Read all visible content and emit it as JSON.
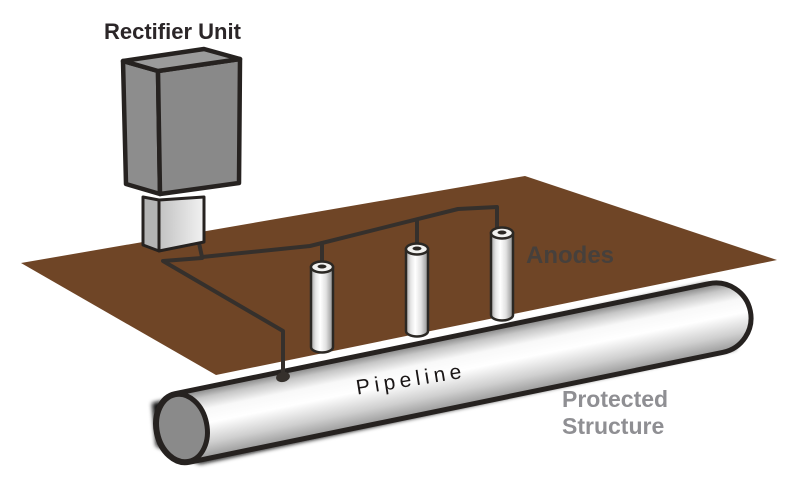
{
  "labels": {
    "rectifier_unit": "Rectifier Unit",
    "anodes": "Anodes",
    "pipeline": "Pipeline",
    "protected_line1": "Protected",
    "protected_line2": "Structure"
  },
  "anode_count": 3,
  "colors": {
    "background": "#ffffff",
    "ground": "#6f4526",
    "outline": "#262220",
    "wire": "#35302c",
    "shadow": "#0b0b0b",
    "rectifier_front": "#8d8d8d",
    "rectifier_side": "#898989",
    "rectifier_top": "#9b9b9b",
    "pedestal_side": "#b4b4b4",
    "anode_top_fill": "#f2f2f0",
    "label_dark": "#2b2628",
    "label_anodes": "#46403c",
    "label_pipeline": "#1b1717",
    "label_protected": "#8f8f93"
  }
}
